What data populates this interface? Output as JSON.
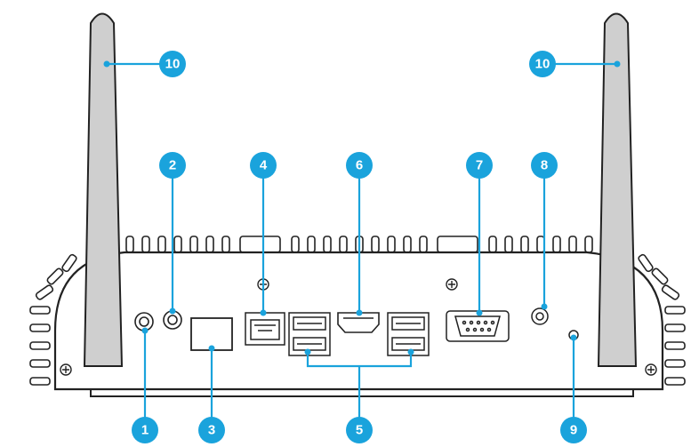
{
  "colors": {
    "callout": "#1aa3dc",
    "outline": "#222222",
    "fill": "#ffffff",
    "antenna": "#cfcfcf"
  },
  "callouts": {
    "c1": "1",
    "c2": "2",
    "c3": "3",
    "c4": "4",
    "c5": "5",
    "c6": "6",
    "c7": "7",
    "c8": "8",
    "c9": "9",
    "c10_left": "10",
    "c10_right": "10"
  }
}
